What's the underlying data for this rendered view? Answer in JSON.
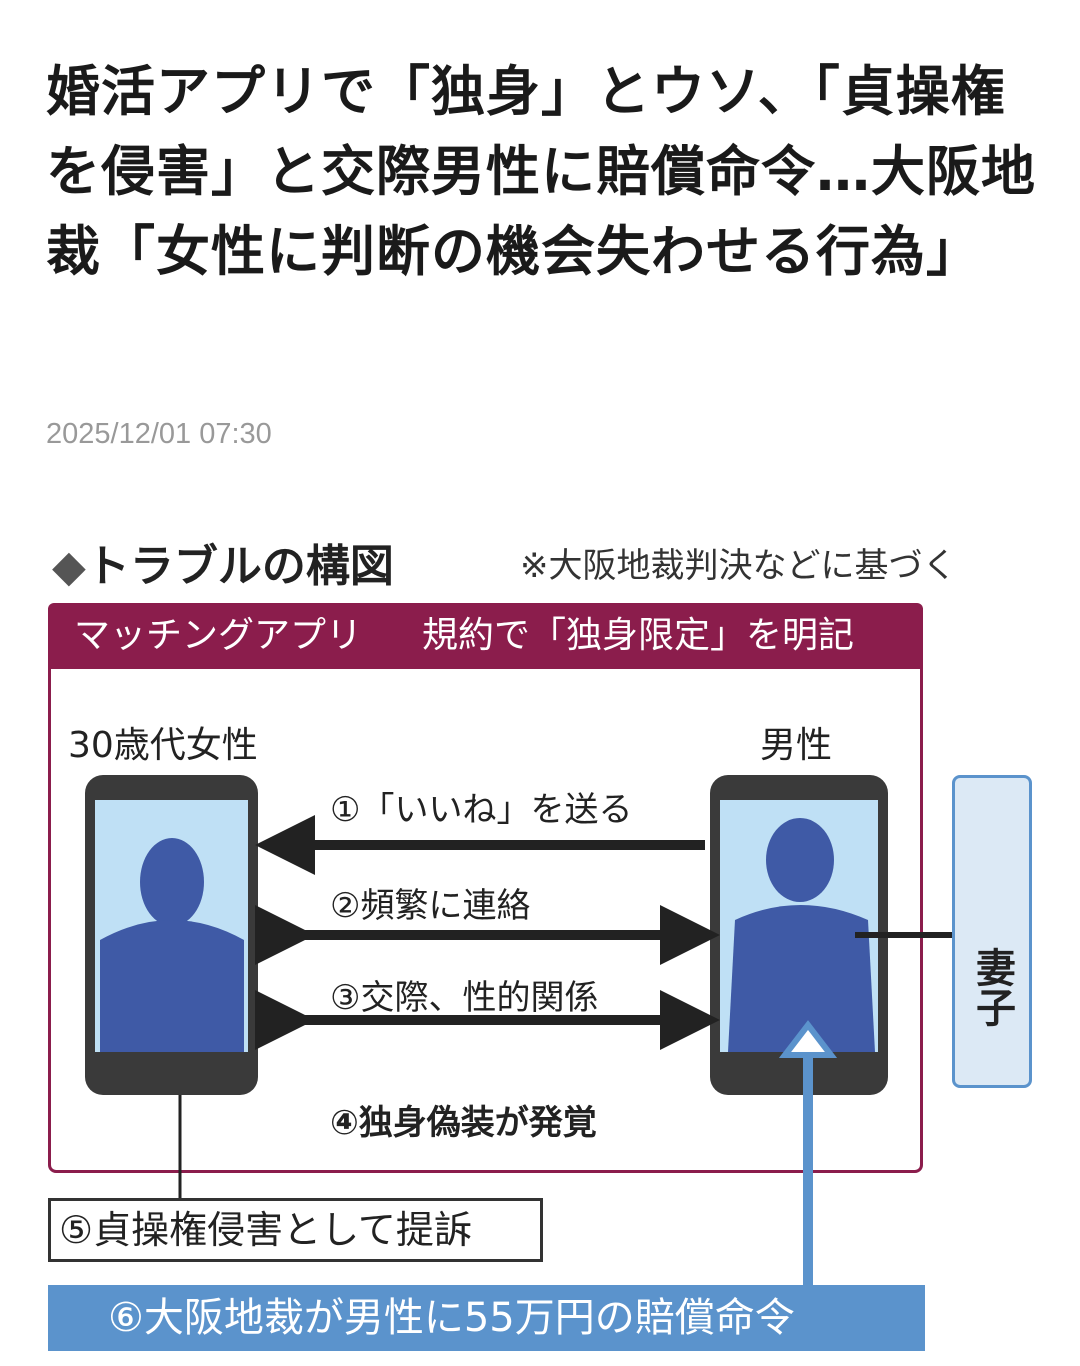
{
  "article": {
    "title": "婚活アプリで「独身」とウソ、「貞操権を侵害」と交際男性に賠償命令…大阪地裁「女性に判断の機会失わせる行為」",
    "date": "2025/12/01 07:30"
  },
  "figure": {
    "heading": "トラブルの構図",
    "note": "※大阪地裁判決などに基づく",
    "app_label": "マッチングアプリ",
    "app_rule": "規約で「独身限定」を明記",
    "woman_label": "30歳代女性",
    "man_label": "男性",
    "spouse_label": "妻子",
    "steps": [
      "①「いいね」を送る",
      "②頻繁に連絡",
      "③交際、性的関係",
      "④独身偽装が発覚",
      "⑤貞操権侵害として提訴",
      "⑥大阪地裁が男性に55万円の賠償命令"
    ],
    "colors": {
      "band": "#8b1d4c",
      "blue": "#5b93cc"
    }
  }
}
